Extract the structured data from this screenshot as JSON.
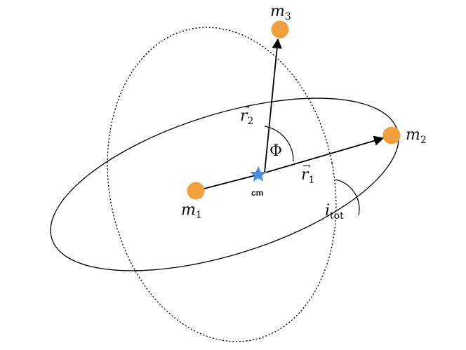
{
  "diagram": {
    "labels": {
      "m1": "m",
      "m1_sub": "1",
      "m2": "m",
      "m2_sub": "2",
      "m3": "m",
      "m3_sub": "3",
      "r1": "r",
      "r1_sub": "1",
      "r2": "r",
      "r2_sub": "2",
      "phi": "Φ",
      "itot": "i",
      "itot_sub": "tot",
      "cm": "cm",
      "vector_arrow": "→"
    },
    "colors": {
      "mass_fill": "#F0A03C",
      "cm_star": "#4A90E2",
      "line": "#000000"
    },
    "icons": {
      "center_of_mass": "star-icon"
    }
  }
}
